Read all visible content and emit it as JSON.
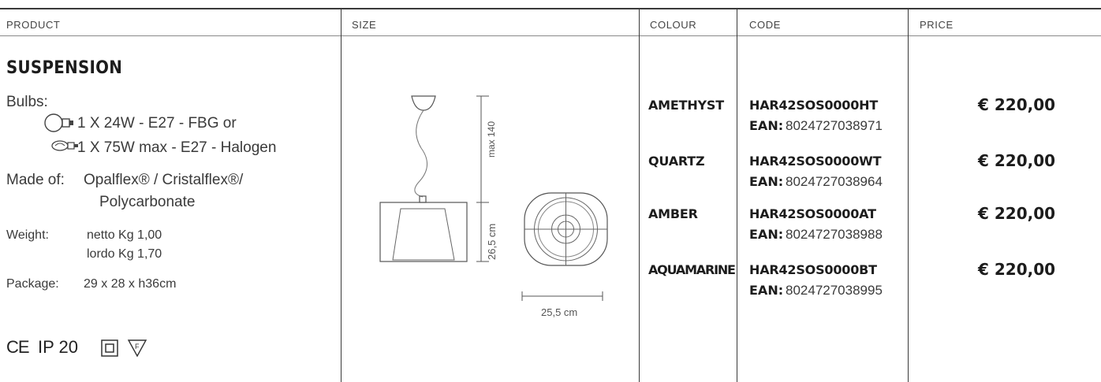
{
  "headers": {
    "product": "PRODUCT",
    "size": "SIZE",
    "colour": "COLOUR",
    "code": "CODE",
    "price": "PRICE"
  },
  "product": {
    "title": "SUSPENSION",
    "bulbs_label": "Bulbs:",
    "bulb_1": "1 X 24W - E27 - FBG or",
    "bulb_2": "1 X 75W max - E27 - Halogen",
    "made_of_label": "Made of:",
    "made_of_line1": "Opalflex® / Cristalflex®/",
    "made_of_line2": "Polycarbonate",
    "weight_label": "Weight:",
    "weight_net": "netto Kg 1,00",
    "weight_gross": "lordo Kg 1,70",
    "package_label": "Package:",
    "package_value": "29 x 28 x h36cm",
    "ce_mark": "CE",
    "ip_rating": "IP 20"
  },
  "size": {
    "height_max": "max 140",
    "height_body": "26,5 cm",
    "width": "25,5 cm"
  },
  "variants": [
    {
      "colour": "AMETHYST",
      "code": "HAR42SOS0000HT",
      "ean_label": "EAN:",
      "ean": "8024727038971",
      "price": "€ 220,00"
    },
    {
      "colour": "QUARTZ",
      "code": "HAR42SOS0000WT",
      "ean_label": "EAN:",
      "ean": "8024727038964",
      "price": "€ 220,00"
    },
    {
      "colour": "AMBER",
      "code": "HAR42SOS0000AT",
      "ean_label": "EAN:",
      "ean": "8024727038988",
      "price": "€ 220,00"
    },
    {
      "colour": "AQUAMARINE",
      "code": "HAR42SOS0000BT",
      "ean_label": "EAN:",
      "ean": "8024727038995",
      "price": "€ 220,00"
    }
  ],
  "colors": {
    "line": "#3a3a3a",
    "text": "#2a2a2a",
    "drawing": "#555555"
  }
}
